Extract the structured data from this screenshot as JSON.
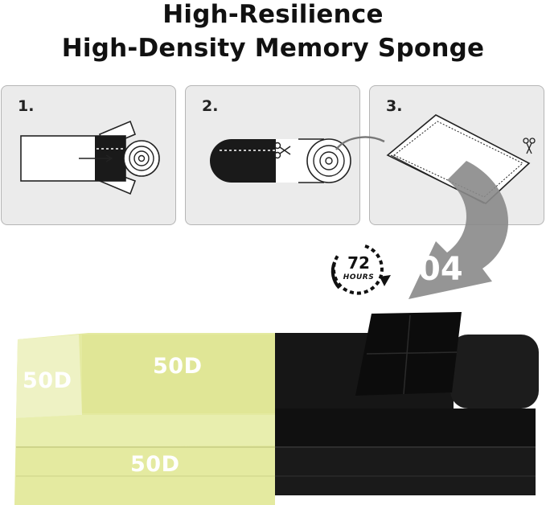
{
  "heading": {
    "line1": "High-Resilience",
    "line2": "High-Density Memory Sponge"
  },
  "steps": [
    {
      "label": "1.",
      "icon": "slide-out-of-box-icon"
    },
    {
      "label": "2.",
      "icon": "cut-wrap-icon"
    },
    {
      "label": "3.",
      "icon": "open-package-icon"
    }
  ],
  "expand": {
    "hours": "72",
    "unit": "HOURS",
    "step_label": "04",
    "icon": "clock-72-hours-icon"
  },
  "sofa": {
    "density_labels": [
      "50D",
      "50D",
      "50D"
    ],
    "highlight_color": "#e4eaa0",
    "fabric_color": "#141414"
  }
}
